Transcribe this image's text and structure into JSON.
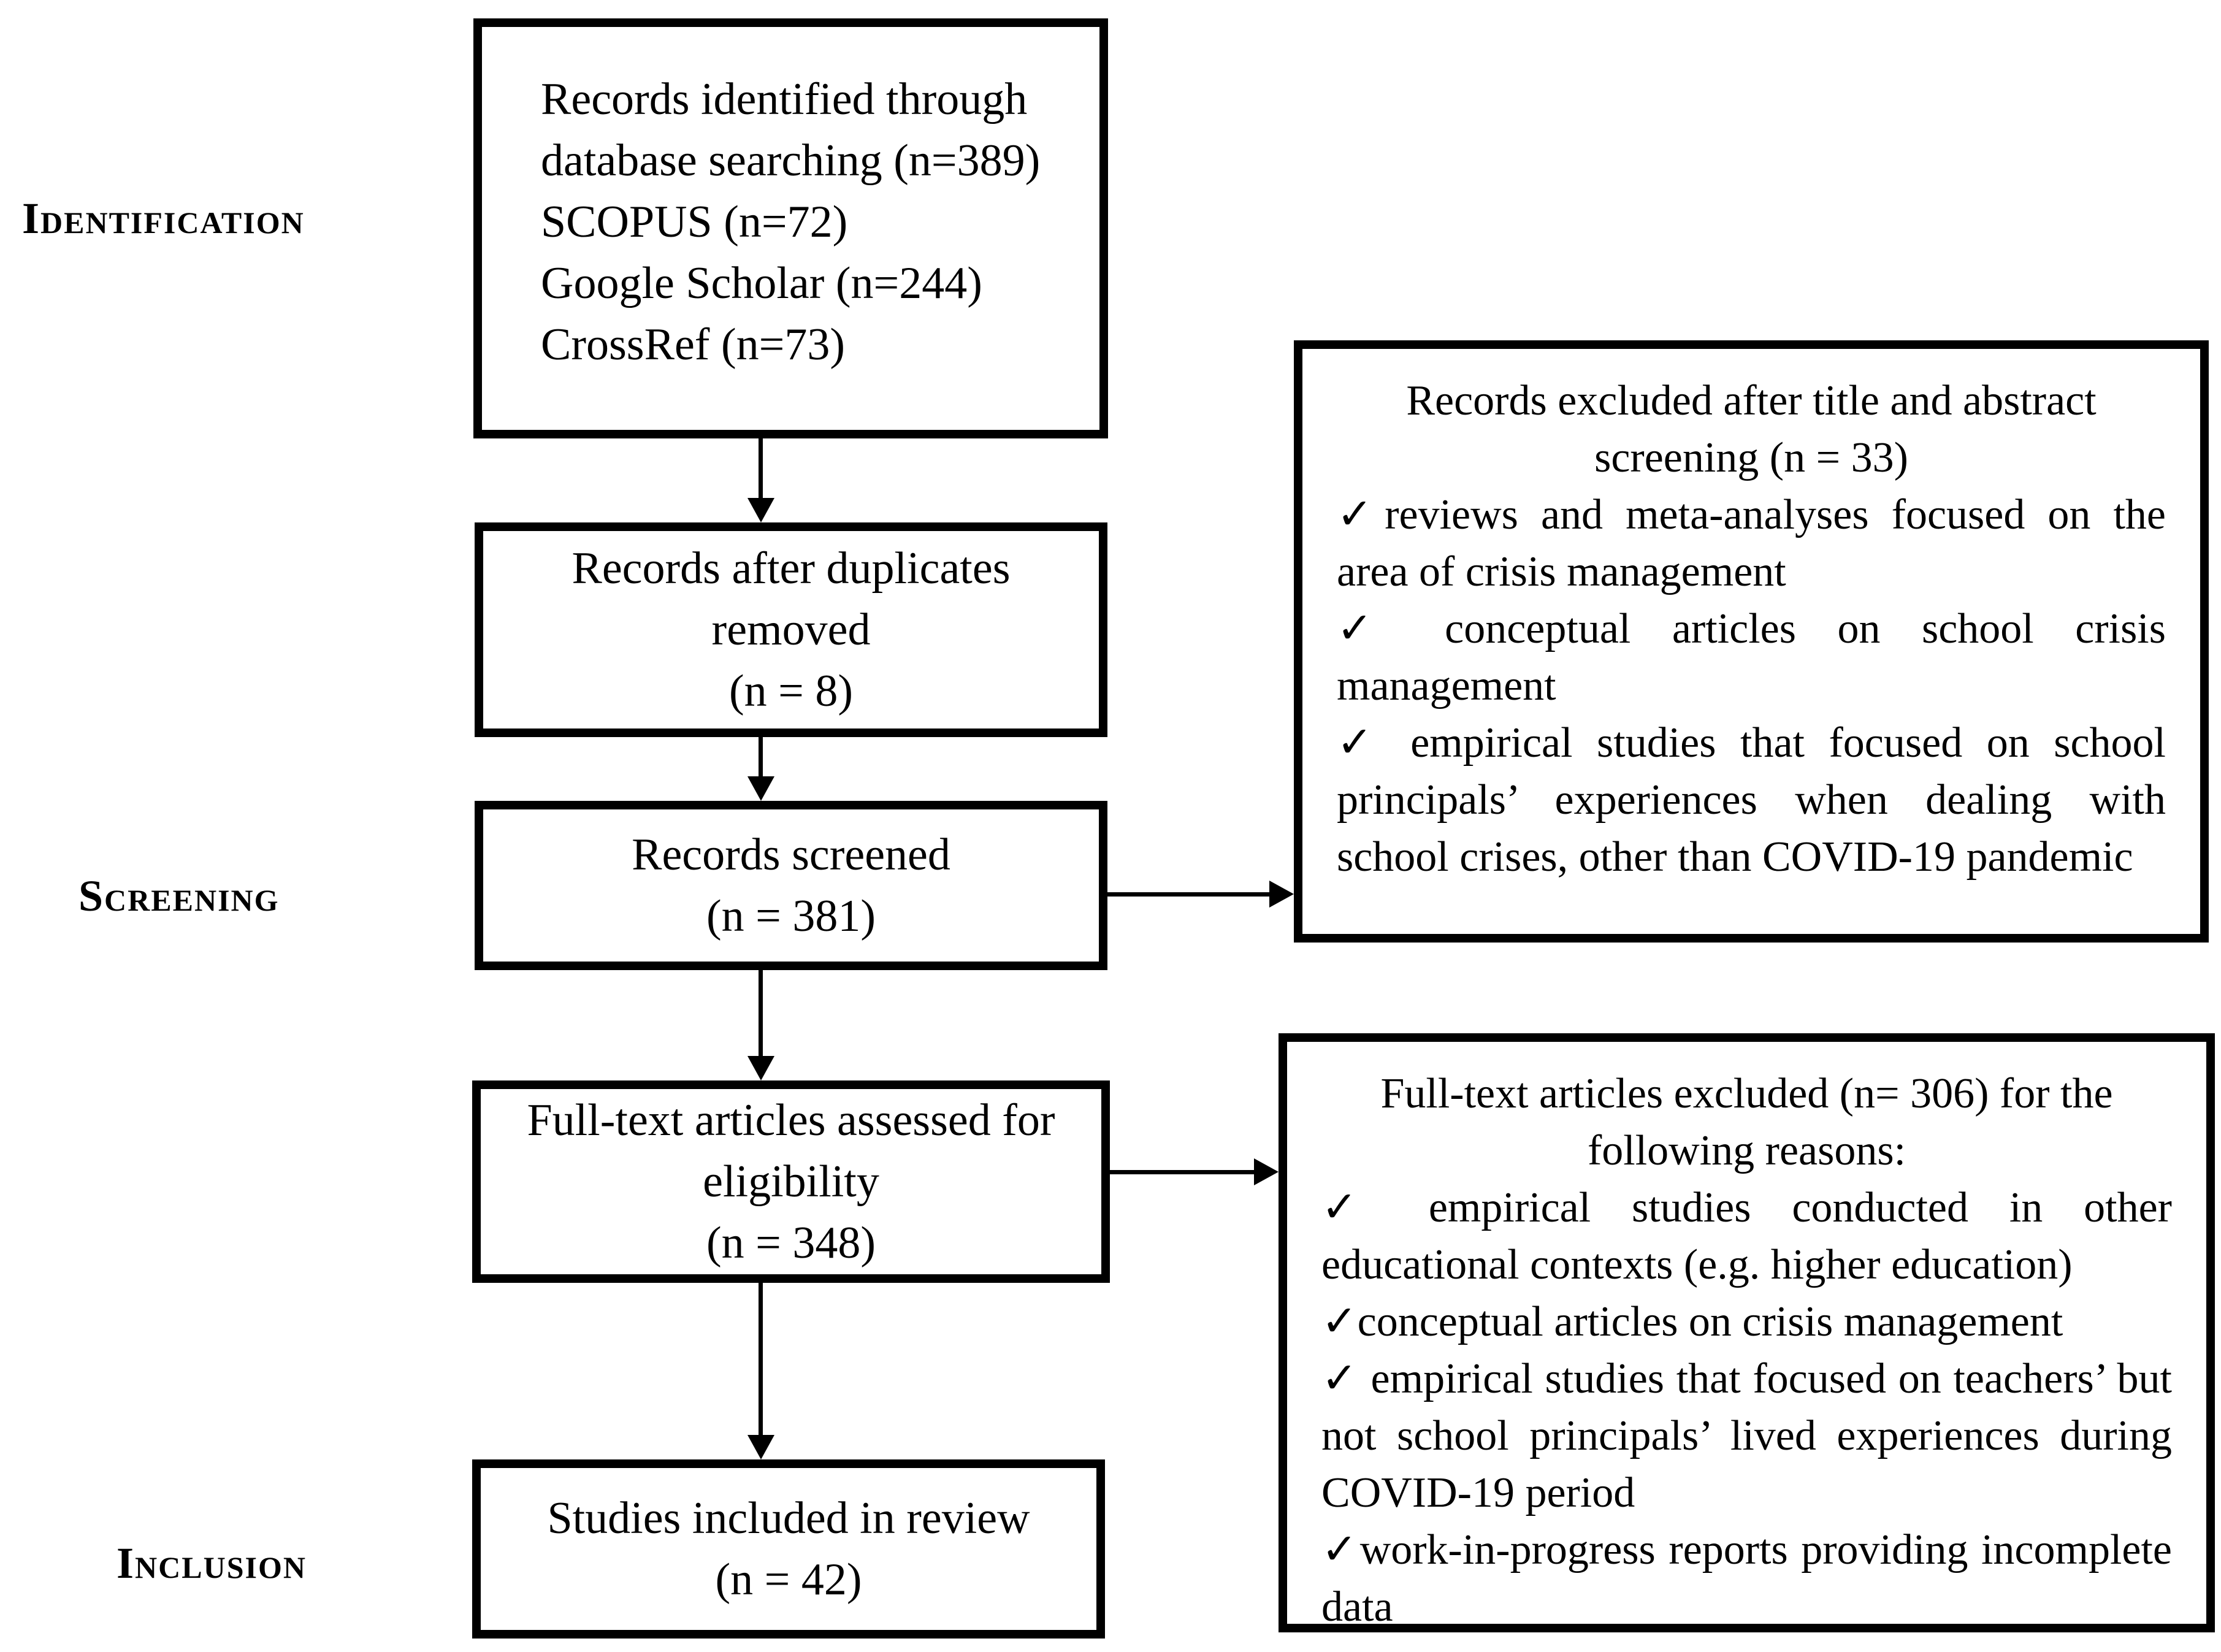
{
  "figure": {
    "type": "prisma-flow-diagram",
    "colors": {
      "border": "#000000",
      "background": "#ffffff",
      "text": "#000000"
    },
    "stages": {
      "identification": "Identification",
      "screening": "Screening",
      "inclusion": "Inclusion"
    },
    "boxes": {
      "identified": {
        "lines": [
          "Records identified through",
          "database searching (n=389)",
          "SCOPUS (n=72)",
          "Google Scholar (n=244)",
          "CrossRef (n=73)"
        ]
      },
      "duplicates": {
        "lines": [
          "Records after duplicates",
          "removed",
          "(n = 8)"
        ]
      },
      "screened": {
        "lines": [
          "Records screened",
          "(n = 381)"
        ]
      },
      "fulltext": {
        "lines": [
          "Full-text articles assessed for",
          "eligibility",
          "(n = 348)"
        ]
      },
      "included": {
        "lines": [
          "Studies included in review",
          "(n = 42)"
        ]
      }
    },
    "exclusions": {
      "title_abstract": {
        "title": [
          "Records excluded after title and abstract",
          "screening (n = 33)"
        ],
        "items": [
          "✓reviews and meta-analyses focused on the area of crisis management",
          "✓ conceptual articles on school crisis management",
          "✓ empirical studies that focused on school principals’ experiences when dealing with school crises, other than COVID-19 pandemic"
        ]
      },
      "fulltext_excluded": {
        "title": [
          "Full-text articles excluded (n= 306) for the",
          "following reasons:"
        ],
        "items": [
          "✓ empirical studies conducted in other educational contexts (e.g. higher education)",
          "✓conceptual articles on crisis management",
          "✓ empirical studies that focused on teachers’ but not school principals’ lived experiences during COVID-19 period",
          "✓work-in-progress reports providing incomplete data"
        ]
      }
    }
  }
}
